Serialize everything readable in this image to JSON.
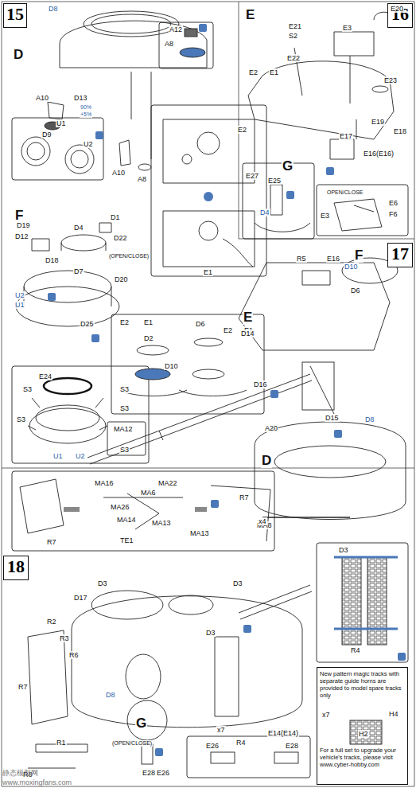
{
  "diagram": {
    "nodes": [
      {
        "text": [
          "15"
        ]
      },
      {
        "text": [
          "16"
        ]
      },
      {
        "text": [
          "17"
        ]
      },
      {
        "text": [
          "18"
        ]
      },
      {
        "text": [
          "New pattern magic tracks with separate guide horns are provided to model spare tracks only",
          "For a full set to upgrade your vehicle's tracks, please visit www.cyber-hobby.com"
        ]
      }
    ],
    "labels": [
      "D8",
      "D",
      "A12",
      "A8",
      "A10",
      "D13",
      "90%",
      "+5%",
      "D9",
      "A10",
      "A8",
      "E2",
      "E1",
      "U1",
      "U2",
      "F",
      "D19",
      "D12",
      "D4",
      "D1",
      "D22",
      "D18",
      "D7",
      "(OPEN/CLOSE)",
      "D20",
      "U2",
      "U1",
      "D25",
      "E24",
      "S3",
      "S3",
      "S3",
      "S3",
      "MA12",
      "S3",
      "U1",
      "U2",
      "E2",
      "E1",
      "D2",
      "D6",
      "E2",
      "E1",
      "D10",
      "E",
      "E20",
      "E21",
      "S2",
      "E3",
      "E22",
      "E2",
      "E1",
      "E23",
      "E17",
      "E19",
      "E18",
      "E16(E16)",
      "G",
      "E27",
      "E25",
      "D4",
      "OPEN/CLOSE",
      "E6",
      "E3",
      "F6",
      "F",
      "R5",
      "E16",
      "D10",
      "D6",
      "E",
      "D14",
      "D16",
      "A20",
      "D15",
      "D8",
      "D",
      "MA8",
      "MA16",
      "MA22",
      "MA6",
      "MA26",
      "MA14",
      "MA13",
      "TE1",
      "MA13",
      "R7",
      "R7",
      "x4",
      "D3",
      "D17",
      "D3",
      "R2",
      "R3",
      "R6",
      "R7",
      "D8",
      "R1",
      "R8",
      "E14(E14)",
      "D3",
      "x7",
      "R4",
      "G",
      "(OPEN/CLOSE)",
      "E28",
      "E26",
      "E26",
      "E28",
      "D3",
      "R4",
      "x7",
      "H2",
      "H4",
      "静态模型网",
      "www.moxingfans.com"
    ]
  }
}
